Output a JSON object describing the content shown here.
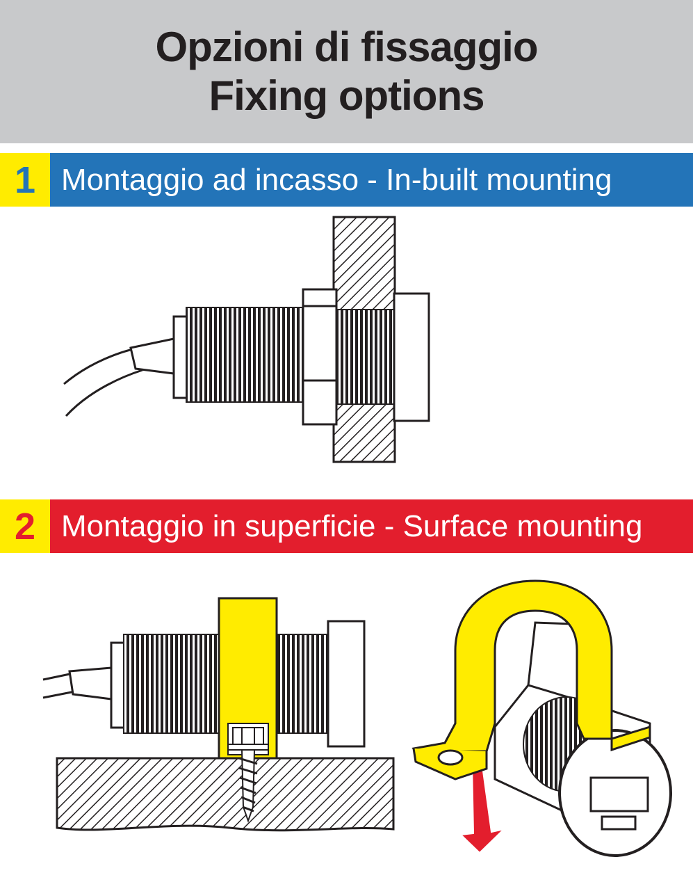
{
  "title": {
    "line1": "Opzioni di fissaggio",
    "line2": "Fixing options"
  },
  "sections": [
    {
      "number": "1",
      "label": "Montaggio ad incasso - In-built mounting"
    },
    {
      "number": "2",
      "label": "Montaggio in superficie - Surface mounting"
    }
  ],
  "colors": {
    "header_bg": "#c8c9cb",
    "section1": "#2374b8",
    "section2": "#e31e2d",
    "number_box": "#ffec00",
    "bracket": "#ffec00",
    "arrow": "#e31e2d"
  }
}
